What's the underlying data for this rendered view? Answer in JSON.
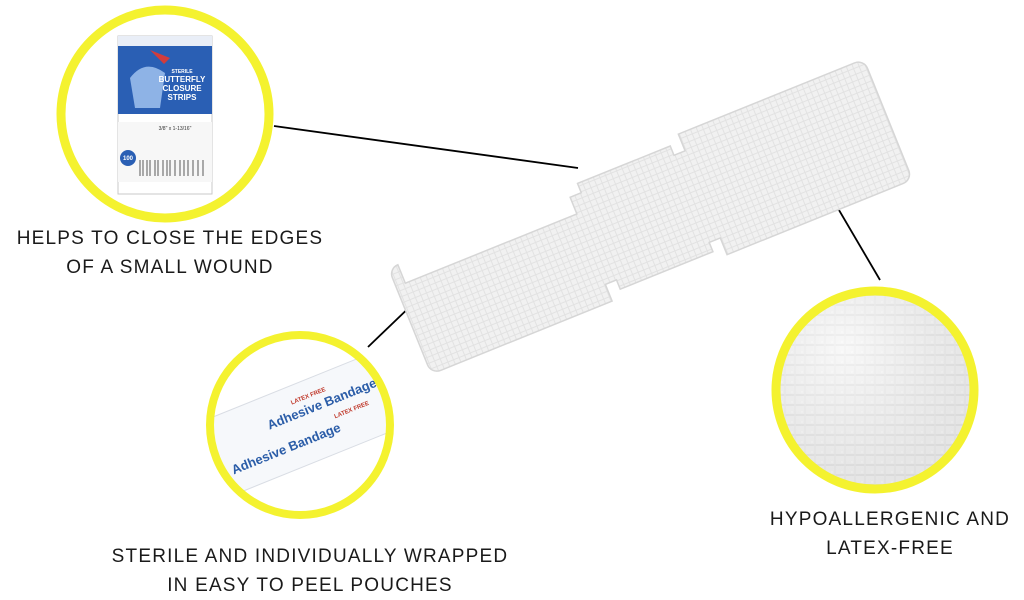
{
  "accent_color": "#f4f22f",
  "callouts": {
    "close_edges": {
      "line1": "HELPS TO CLOSE THE EDGES",
      "line2": "OF A SMALL WOUND",
      "icon": "product-box-icon"
    },
    "sterile": {
      "line1": "STERILE AND INDIVIDUALLY WRAPPED",
      "line2": "IN EASY TO PEEL POUCHES",
      "icon": "wrapped-bandage-icon"
    },
    "hypoallergenic": {
      "line1": "HYPOALLERGENIC AND",
      "line2": "LATEX-FREE",
      "icon": "fabric-texture-icon"
    }
  },
  "box": {
    "badge": "STERILE",
    "title_line1": "BUTTERFLY",
    "title_line2": "CLOSURE",
    "title_line3": "STRIPS",
    "size": "3/8\" x 1-13/16\"",
    "count": "100"
  },
  "pouch": {
    "brand": "Adhesive Bandage",
    "latex_label": "LATEX FREE"
  }
}
